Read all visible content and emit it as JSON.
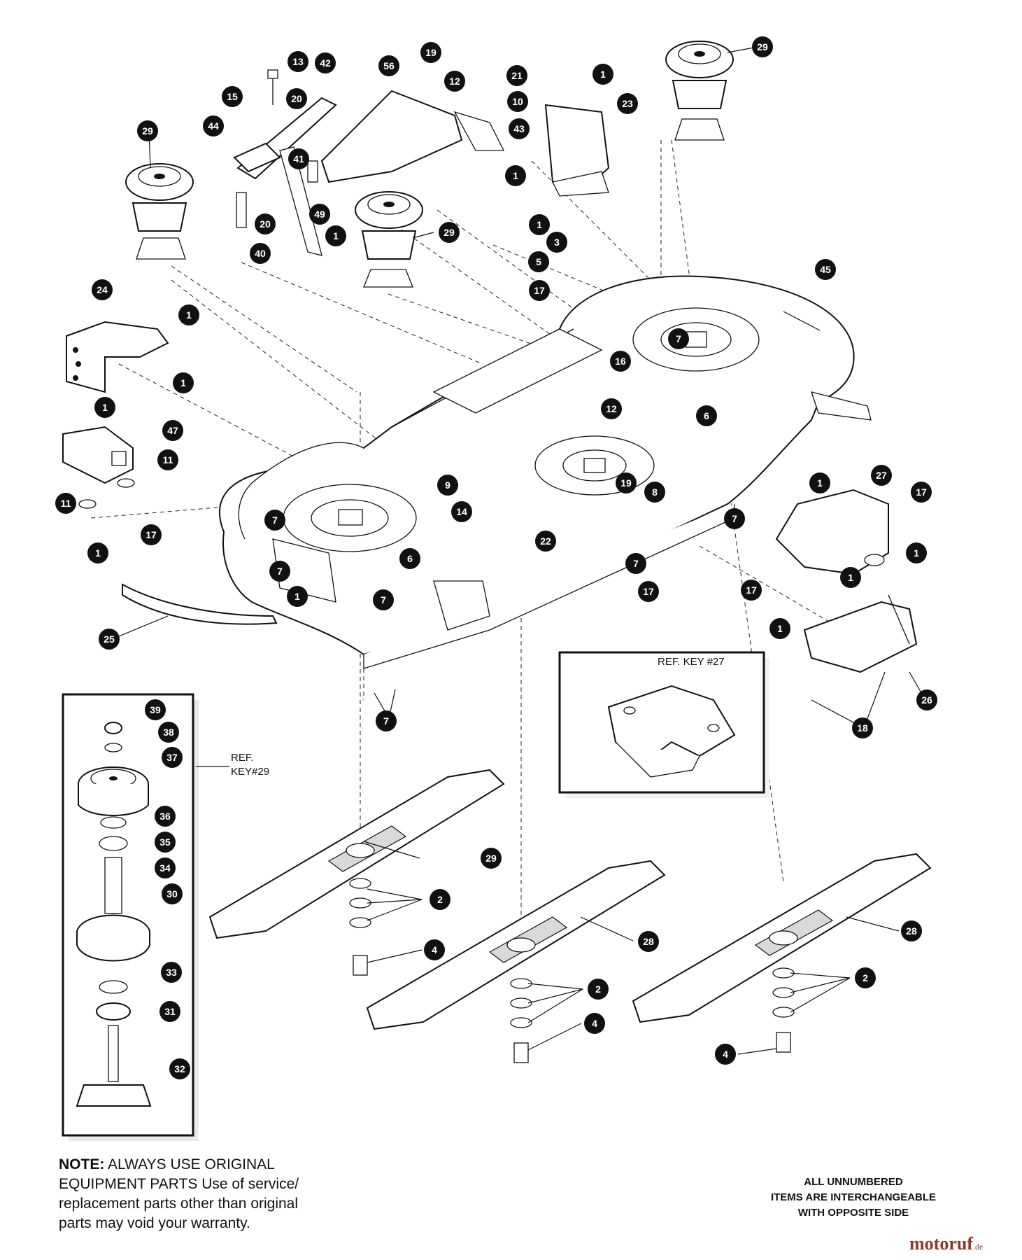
{
  "note": {
    "prefix": "NOTE:",
    "line1": "ALWAYS USE ORIGINAL",
    "line2": "EQUIPMENT PARTS Use of service/",
    "line3": "replacement parts other than original",
    "line4": "parts may void your warranty."
  },
  "unnumbered_note": {
    "line1": "ALL UNNUMBERED",
    "line2": "ITEMS ARE INTERCHANGEABLE",
    "line3": "WITH OPPOSITE SIDE"
  },
  "insets": {
    "pulley_ref_line1": "REF.",
    "pulley_ref_line2": "KEY#29",
    "hitch_ref": "REF. KEY #27"
  },
  "watermark": {
    "name": "motoruf",
    "suffix": ".de"
  },
  "callout_numbers": [
    "1",
    "2",
    "3",
    "4",
    "5",
    "6",
    "7",
    "8",
    "9",
    "10",
    "11",
    "12",
    "13",
    "14",
    "15",
    "16",
    "17",
    "18",
    "19",
    "20",
    "21",
    "22",
    "23",
    "24",
    "25",
    "26",
    "27",
    "28",
    "29",
    "30",
    "31",
    "32",
    "33",
    "34",
    "35",
    "36",
    "37",
    "38",
    "39",
    "40",
    "41",
    "42",
    "43",
    "44",
    "45",
    "47",
    "49",
    "56"
  ]
}
